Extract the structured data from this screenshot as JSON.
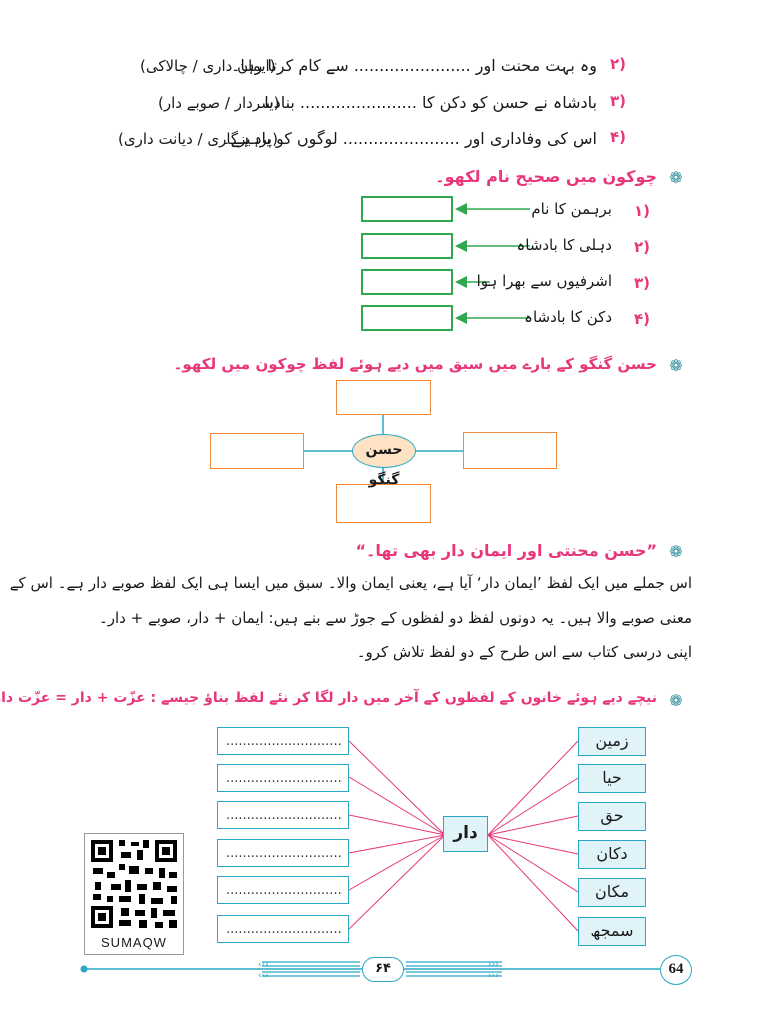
{
  "fill_blanks": [
    {
      "num": "۲)",
      "text": "وہ بہت محنت اور ....................... سے کام کرتا رہا۔",
      "options": "(ایمان داری / چالاکی)"
    },
    {
      "num": "۳)",
      "text": "بادشاہ نے حسن کو دکن کا ....................... بنادیا۔",
      "options": "(سردار / صوبے دار)"
    },
    {
      "num": "۴)",
      "text": "اس کی وفاداری اور ....................... لوگوں کو یاد ہے۔",
      "options": "(پرہیزگاری / دیانت داری)"
    }
  ],
  "section_boxes": {
    "heading": "چوکون میں صحیح نام لکھو۔",
    "items": [
      {
        "num": "۱)",
        "label": "برہمن کا نام"
      },
      {
        "num": "۲)",
        "label": "دہلی کا بادشاہ"
      },
      {
        "num": "۳)",
        "label": "اشرفیوں سے بھرا ہوا"
      },
      {
        "num": "۴)",
        "label": "دکن کا بادشاہ"
      }
    ]
  },
  "section_web": {
    "heading": "حسن گنگو کے بارے میں سبق میں دیے ہوئے لفظ چوکون میں لکھو۔",
    "center": "حسن گنگو"
  },
  "section_quote": {
    "heading": "”حسن محنتی اور ایمان دار بھی تھا۔“",
    "lines": [
      "اس جملے میں ایک لفظ ’ایمان دار‘ آیا ہے، یعنی ایمان والا۔ سبق میں ایسا ہی ایک لفظ صوبے دار ہے۔ اس کے",
      "معنی صوبے والا ہیں۔ یہ دونوں لفظ دو لفظوں کے جوڑ سے بنے ہیں: ایمان + دار، صوبے + دار۔",
      "اپنی درسی کتاب سے اس طرح کے دو لفظ تلاش کرو۔"
    ]
  },
  "section_dar": {
    "heading": "نیچے دیے ہوئے خانوں کے لفظوں کے آخر میں دار لگا کر نئے لفظ بناؤ جیسے : عزّت + دار = عزّت دار",
    "center": "دار",
    "words": [
      "زمین",
      "حیا",
      "حق",
      "دکان",
      "مکان",
      "سمجھ"
    ],
    "blank": "............................"
  },
  "qr_label": "SUMAQW",
  "footer": {
    "center_page": "۶۴",
    "page_number": "64"
  },
  "colors": {
    "pink": "#e8367a",
    "green": "#2fa84f",
    "orange": "#f08a3a",
    "blue": "#2aa7c6",
    "teal": "#2e8e9b"
  }
}
